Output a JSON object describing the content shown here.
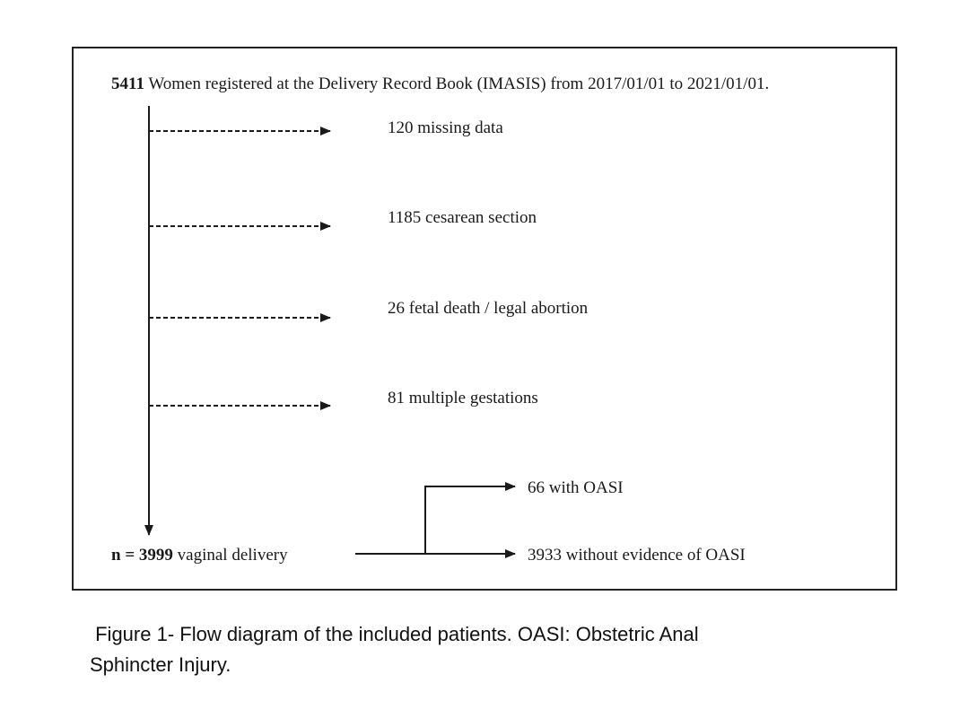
{
  "flow": {
    "start": {
      "count": "5411",
      "text": " Women registered at the Delivery Record Book (IMASIS) from 2017/01/01 to  2021/01/01."
    },
    "exclusions": [
      {
        "count": "120",
        "text": " missing data"
      },
      {
        "count": "1185",
        "text": " cesarean section"
      },
      {
        "count": "26",
        "text": " fetal death / legal abortion"
      },
      {
        "count": "81",
        "text": " multiple gestations"
      }
    ],
    "result": {
      "count": "n = 3999",
      "text": " vaginal delivery"
    },
    "outcomes": [
      {
        "count": "66",
        "text": " with OASI"
      },
      {
        "count": "3933",
        "text": " without evidence of OASI"
      }
    ]
  },
  "caption": {
    "line1": " Figure 1- Flow diagram of the included patients. OASI: Obstetric Anal",
    "line2": "Sphincter Injury."
  }
}
